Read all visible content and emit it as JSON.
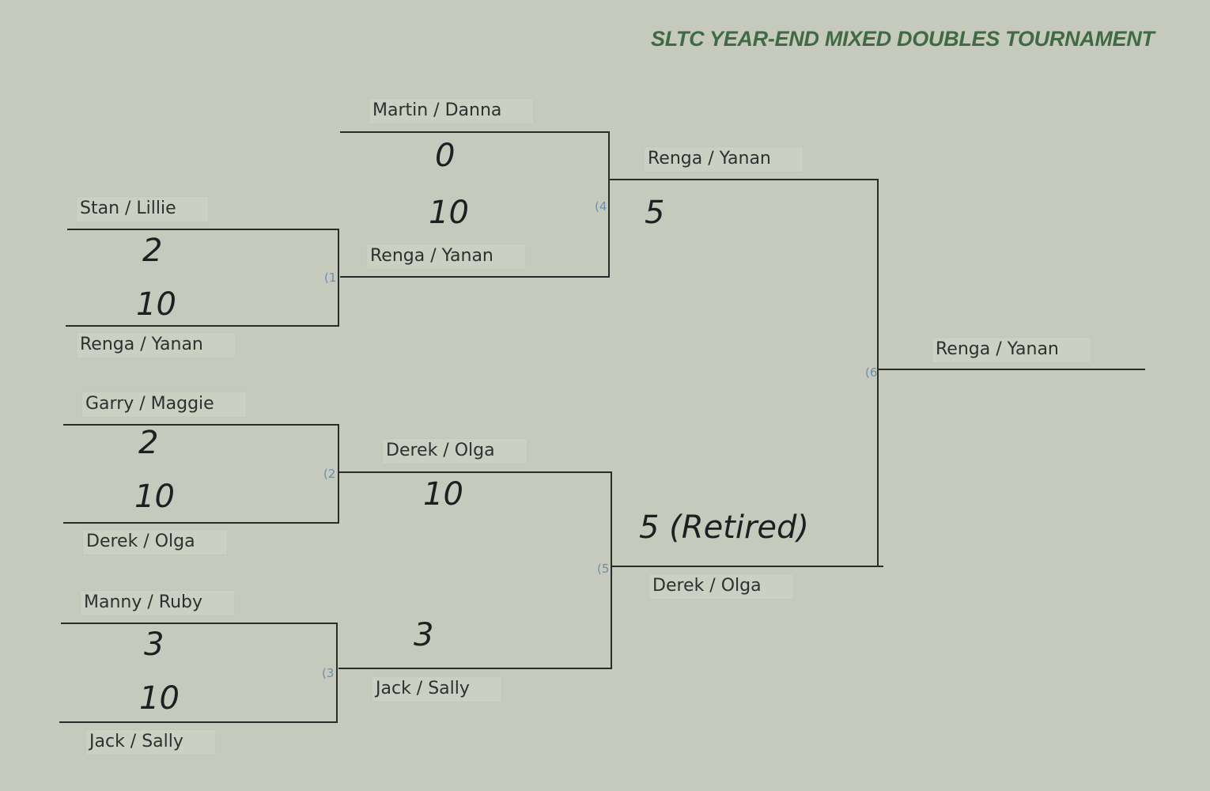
{
  "title": "SLTC YEAR-END MIXED DOUBLES TOURNAMENT",
  "matches": {
    "m1": {
      "number": "(1",
      "top": "Stan / Lillie",
      "top_score": "2",
      "bottom": "Renga / Yanan",
      "bottom_score": "10"
    },
    "m2": {
      "number": "(2",
      "top": "Garry / Maggie",
      "top_score": "2",
      "bottom": "Derek / Olga",
      "bottom_score": "10"
    },
    "m3": {
      "number": "(3",
      "top": "Manny / Ruby",
      "top_score": "3",
      "bottom": "Jack / Sally",
      "bottom_score": "10"
    },
    "m4": {
      "number": "(4",
      "top": "Martin / Danna",
      "top_score": "0",
      "bottom": "Renga / Yanan",
      "bottom_score": "10"
    },
    "m5": {
      "number": "(5",
      "top": "Derek / Olga",
      "top_score": "10",
      "bottom": "Jack / Sally",
      "bottom_score": "3"
    },
    "m6": {
      "number": "(6",
      "top": "Renga / Yanan",
      "top_score": "5",
      "bottom": "Derek / Olga",
      "bottom_score": "5 (Retired)"
    }
  },
  "winner": "Renga / Yanan"
}
